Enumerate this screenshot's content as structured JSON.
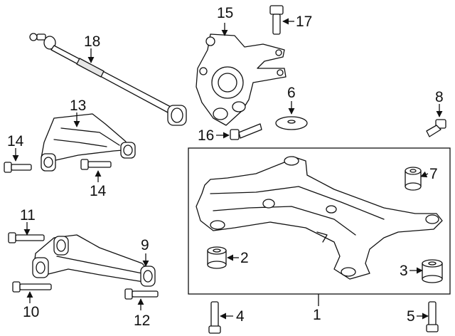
{
  "callouts": {
    "c1": "1",
    "c2": "2",
    "c3": "3",
    "c4": "4",
    "c5": "5",
    "c6": "6",
    "c7": "7",
    "c8": "8",
    "c9": "9",
    "c10": "10",
    "c11": "11",
    "c12": "12",
    "c13": "13",
    "c14a": "14",
    "c14b": "14",
    "c15": "15",
    "c16": "16",
    "c17": "17",
    "c18": "18"
  },
  "colors": {
    "stroke": "#111111",
    "fill": "#ffffff",
    "shade": "#e6e6e6"
  }
}
